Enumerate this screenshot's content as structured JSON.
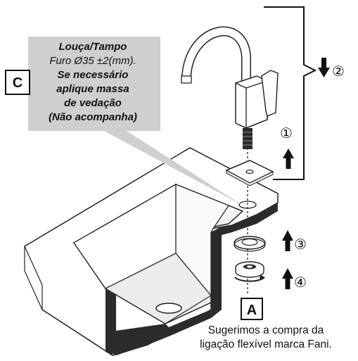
{
  "callout": {
    "line1": "Louça/Tampo",
    "line2": "Furo Ø35 ±2(mm).",
    "line3": "Se necessário",
    "line4": "aplique massa",
    "line5": "de vedação",
    "line6": "(Não acompanha)"
  },
  "labels": {
    "c_box": "C",
    "a_box": "A",
    "step1": "①",
    "step2": "②",
    "step3": "③",
    "step4": "④"
  },
  "note": {
    "line1": "Sugerimos a compra da",
    "line2": "ligação flexível marca Fani."
  },
  "icons": [
    "arrow-up-icon",
    "arrow-down-icon",
    "rotate-arrow-icon"
  ]
}
